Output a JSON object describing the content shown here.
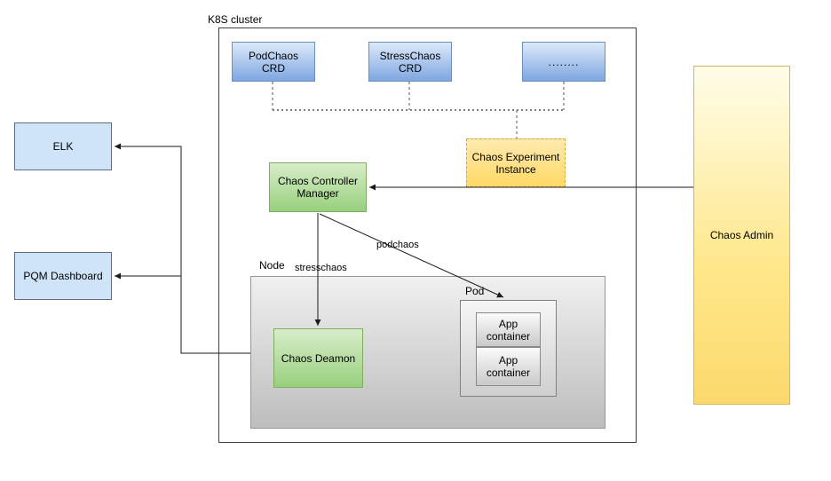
{
  "diagram": {
    "type": "kubernetes-chaos-architecture",
    "cluster_label": "K8S cluster",
    "node_label": "Node",
    "pod_label": "Pod"
  },
  "boxes": {
    "pod_chaos_crd": {
      "lines": [
        "PodChaos",
        "CRD"
      ]
    },
    "stress_chaos_crd": {
      "lines": [
        "StressChaos",
        "CRD"
      ]
    },
    "more_crds": {
      "label": "........"
    },
    "chaos_experiment_instance": {
      "lines": [
        "Chaos Experiment",
        "Instance"
      ]
    },
    "chaos_controller_manager": {
      "lines": [
        "Chaos Controller",
        "Manager"
      ]
    },
    "chaos_admin": {
      "label": "Chaos Admin"
    },
    "elk": {
      "label": "ELK"
    },
    "pqm_dashboard": {
      "label": "PQM Dashboard"
    },
    "chaos_deamon": {
      "label": "Chaos Deamon"
    },
    "app_container_top": {
      "label": "App container"
    },
    "app_container_bottom": {
      "label": "App container"
    }
  },
  "edge_labels": {
    "stresschaos": "stresschaos",
    "podchaos": "podchaos"
  },
  "edges": [
    {
      "from": "chaos_admin",
      "to": "chaos_controller_manager",
      "style": "solid-arrow"
    },
    {
      "from": "chaos_controller_manager",
      "to": "chaos_deamon",
      "label": "stresschaos",
      "style": "solid-arrow"
    },
    {
      "from": "chaos_controller_manager",
      "to": "pod",
      "label": "podchaos",
      "style": "solid-arrow"
    },
    {
      "from": "node",
      "to": "elk",
      "style": "solid-arrow"
    },
    {
      "from": "node",
      "to": "pqm_dashboard",
      "style": "solid-arrow"
    },
    {
      "from": "pod_chaos_crd",
      "to": "chaos_experiment_instance",
      "style": "dashed"
    },
    {
      "from": "stress_chaos_crd",
      "to": "chaos_experiment_instance",
      "style": "dashed"
    },
    {
      "from": "more_crds",
      "to": "chaos_experiment_instance",
      "style": "dashed"
    }
  ],
  "colors": {
    "crd_fill_top": "#dce9fa",
    "crd_fill_bottom": "#7ea6e0",
    "crd_border": "#6c8ebf",
    "external_fill": "#cfe3f9",
    "external_border": "#5c6e7e",
    "green_fill_top": "#d8edca",
    "green_fill_bottom": "#98d07d",
    "green_border": "#7fae60",
    "experiment_fill": "#ffd966",
    "experiment_border": "#d6a936",
    "admin_fill_bottom": "#fcd96d",
    "admin_border": "#d6b656",
    "node_fill_top": "#f0f0f0",
    "node_fill_bottom": "#bdbdbd",
    "gray_border": "#969696",
    "line_color": "#1a1a1a"
  }
}
